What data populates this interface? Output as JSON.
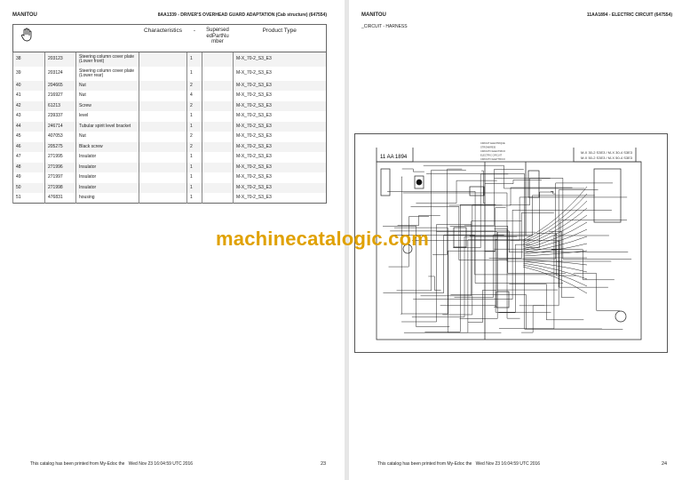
{
  "left_page": {
    "brand": "MANITOU",
    "header": "8AA1339 - DRIVER'S OVERHEAD GUARD ADAPTATION (Cab structure) (647554)",
    "table": {
      "columns": [
        "",
        "",
        "",
        "Characteristics",
        "-",
        "Supersed edPartNu mber",
        "Product Type"
      ],
      "rows": [
        [
          "38",
          "203123",
          "Steering column cover plate (Lower front)",
          "",
          "1",
          "",
          "M-X_70-2_S3_E3"
        ],
        [
          "39",
          "203124",
          "Steering column cover plate (Lower rear)",
          "",
          "1",
          "",
          "M-X_70-2_S3_E3"
        ],
        [
          "40",
          "204665",
          "Nut",
          "",
          "2",
          "",
          "M-X_70-2_S3_E3"
        ],
        [
          "41",
          "216927",
          "Nut",
          "",
          "4",
          "",
          "M-X_70-2_S3_E3"
        ],
        [
          "42",
          "61213",
          "Screw",
          "",
          "2",
          "",
          "M-X_70-2_S3_E3"
        ],
        [
          "43",
          "239337",
          "level",
          "",
          "1",
          "",
          "M-X_70-2_S3_E3"
        ],
        [
          "44",
          "246714",
          "Tubular spirit level bracket",
          "",
          "1",
          "",
          "M-X_70-2_S3_E3"
        ],
        [
          "45",
          "407053",
          "Nut",
          "",
          "2",
          "",
          "M-X_70-2_S3_E3"
        ],
        [
          "46",
          "205275",
          "Black screw",
          "",
          "2",
          "",
          "M-X_70-2_S3_E3"
        ],
        [
          "47",
          "271995",
          "Insulator",
          "",
          "1",
          "",
          "M-X_70-2_S3_E3"
        ],
        [
          "48",
          "271996",
          "Insulator",
          "",
          "1",
          "",
          "M-X_70-2_S3_E3"
        ],
        [
          "49",
          "271997",
          "Insulator",
          "",
          "1",
          "",
          "M-X_70-2_S3_E3"
        ],
        [
          "50",
          "271998",
          "Insulator",
          "",
          "1",
          "",
          "M-X_70-2_S3_E3"
        ],
        [
          "51",
          "476831",
          "housing",
          "",
          "1",
          "",
          "M-X_70-2_S3_E3"
        ]
      ]
    },
    "footer": "This catalog has been printed from My-Edoc the",
    "footer_date": "Wed Nov 23 16:04:59 UTC 2016",
    "page_number": "23"
  },
  "right_page": {
    "brand": "MANITOU",
    "header": "11AA1894 - ELECTRIC CIRCUIT (647554)",
    "subtitle": "_CIRCUIT - HARNESS",
    "diagram": {
      "ref": "11 AA 1894",
      "titles": [
        "CIRCUIT ELECTRIQUE",
        "STROMKREIS",
        "CIRCUITO ELECTRICO",
        "ELECTRIC CIRCUIT",
        "CIRCUITO ELETTRICO"
      ],
      "models": [
        "M-X 30-2  S3E3 / M-X 30-4  S3E3",
        "M-X 50-2  S3E3 / M-X 50-4  S3E3"
      ]
    },
    "footer": "This catalog has been printed from My-Edoc the",
    "footer_date": "Wed Nov 23 16:04:59 UTC 2016",
    "page_number": "24"
  },
  "watermark": "machinecatalogic.com"
}
